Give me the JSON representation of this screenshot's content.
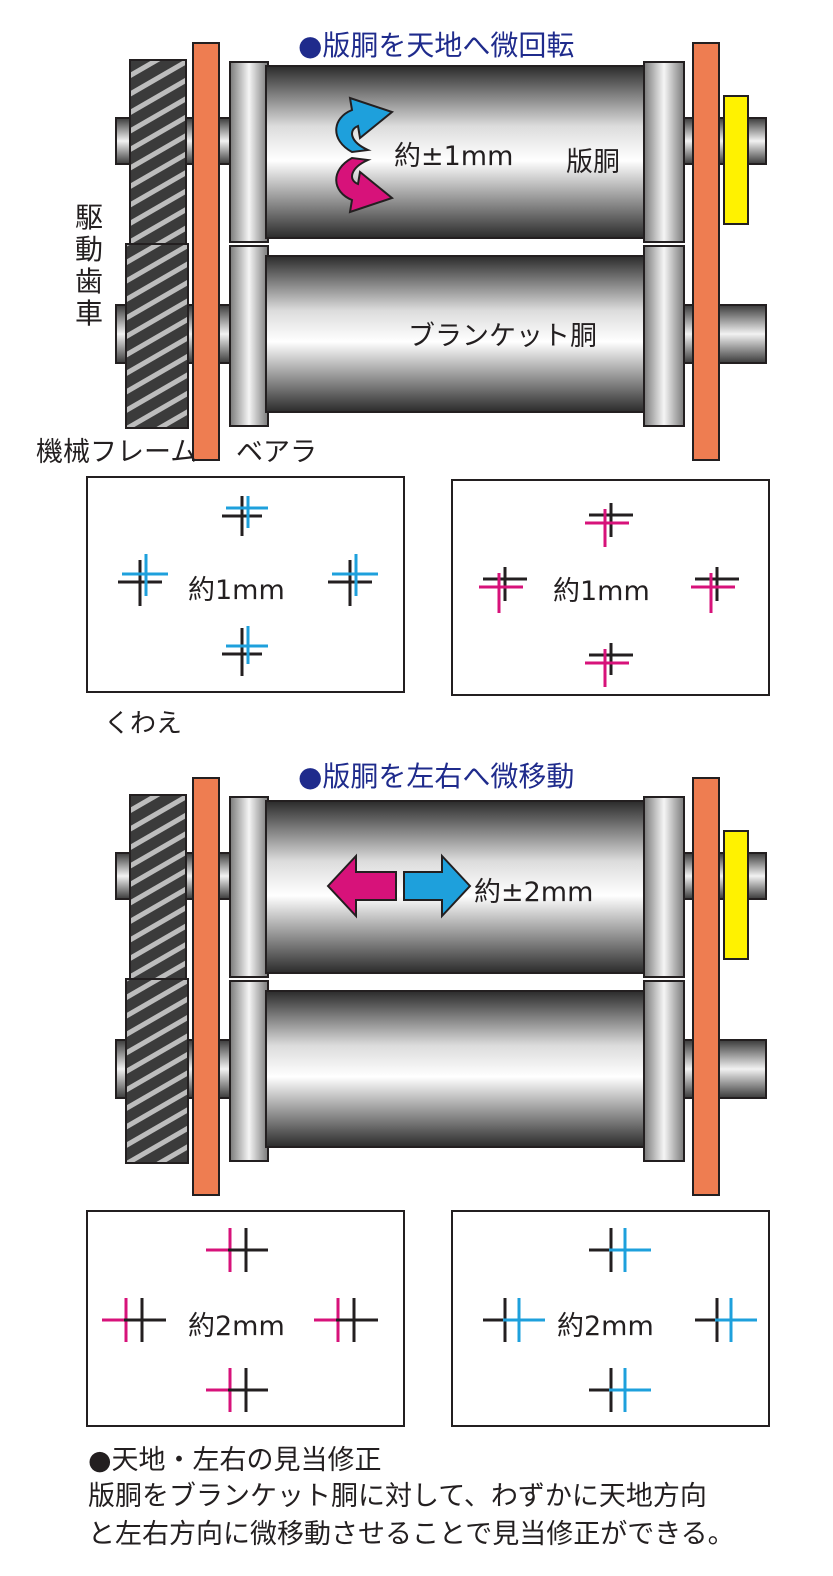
{
  "colors": {
    "cyan": "#1ea0dc",
    "magenta": "#d7127a",
    "frame": "#ee7d51",
    "yellow": "#fff200",
    "title_navy": "#1f2b8c",
    "ink": "#231f20"
  },
  "section1": {
    "title": "●版胴を天地へ微回転",
    "rotation_label": "約±1mm",
    "plate_cylinder_label": "版胴",
    "blanket_cylinder_label": "ブランケット胴",
    "drive_gear_label": "駆動歯車",
    "machine_frame_label": "機械フレーム",
    "bearing_label": "ベアラ",
    "panel_left": {
      "label": "約1mm",
      "mark_color": "cyan"
    },
    "panel_right": {
      "label": "約1mm",
      "mark_color": "magenta"
    },
    "gripper_label": "くわえ"
  },
  "section2": {
    "title": "●版胴を左右へ微移動",
    "shift_label": "約±2mm",
    "panel_left": {
      "label": "約2mm",
      "mark_color": "magenta"
    },
    "panel_right": {
      "label": "約2mm",
      "mark_color": "cyan"
    }
  },
  "footer": {
    "heading": "●天地・左右の見当修正",
    "line1": "版胴をブランケット胴に対して、わずかに天地方向",
    "line2": "と左右方向に微移動させることで見当修正ができる。"
  }
}
